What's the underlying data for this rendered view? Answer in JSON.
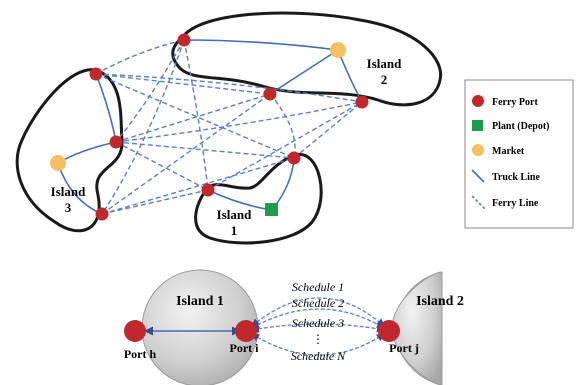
{
  "islands": {
    "island_1": {
      "name": "Island",
      "number": "1"
    },
    "island_2": {
      "name": "Island",
      "number": "2"
    },
    "island_3": {
      "name": "Island",
      "number": "3"
    }
  },
  "legend": {
    "ferry_port": "Ferry Port",
    "plant": "Plant (Depot)",
    "market": "Market",
    "truck_line": "Truck Line",
    "ferry_line": "Ferry Line"
  },
  "detail": {
    "left_island": "Island 1",
    "right_island": "Island 2",
    "port_h": "Port h",
    "port_i": "Port i",
    "port_j": "Port j",
    "schedules": [
      "Schedule 1",
      "Schedule 2",
      "Schedule 3",
      "⋮",
      "Schedule N"
    ]
  },
  "colors": {
    "ferry_port": "#c0282d",
    "plant": "#1e9c4e",
    "market": "#f4c062",
    "truck_line": "#3f6fb5",
    "ferry_line": "#5a80c8",
    "island_fill": "#cfcfcf"
  }
}
